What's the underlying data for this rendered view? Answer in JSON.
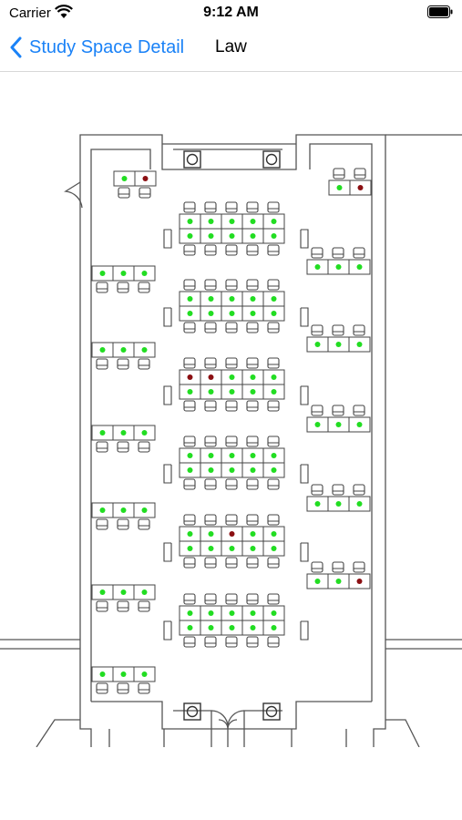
{
  "status_bar": {
    "carrier": "Carrier",
    "time": "9:12 AM",
    "wifi_icon": "wifi-icon",
    "battery_icon": "battery-icon"
  },
  "nav": {
    "back_label": "Study Space Detail",
    "back_icon": "chevron-left-icon",
    "title": "Law"
  },
  "colors": {
    "accent": "#1a82f7",
    "available": "#22dd22",
    "occupied": "#8b0f12"
  },
  "floorplan": {
    "table_groups": [
      {
        "seats": [
          [
            "available",
            "occupied"
          ]
        ],
        "chairs": "bottom"
      },
      {
        "seats": [
          [
            "available",
            "occupied"
          ]
        ],
        "chairs": "top"
      },
      {
        "seats": [
          [
            "available",
            "available",
            "available",
            "available",
            "available"
          ],
          [
            "available",
            "available",
            "available",
            "available",
            "available"
          ]
        ],
        "chairs": "both"
      },
      {
        "seats": [
          [
            "available",
            "available",
            "available"
          ]
        ],
        "chairs": "bottom"
      },
      {
        "seats": [
          [
            "available",
            "available",
            "available"
          ]
        ],
        "chairs": "top"
      },
      {
        "seats": [
          [
            "available",
            "available",
            "available",
            "available",
            "available"
          ],
          [
            "available",
            "available",
            "available",
            "available",
            "available"
          ]
        ],
        "chairs": "both"
      },
      {
        "seats": [
          [
            "available",
            "available",
            "available"
          ]
        ],
        "chairs": "bottom"
      },
      {
        "seats": [
          [
            "available",
            "available",
            "available"
          ]
        ],
        "chairs": "top"
      },
      {
        "seats": [
          [
            "occupied",
            "occupied",
            "available",
            "available",
            "available"
          ],
          [
            "available",
            "available",
            "available",
            "available",
            "available"
          ]
        ],
        "chairs": "both"
      },
      {
        "seats": [
          [
            "available",
            "available",
            "available"
          ]
        ],
        "chairs": "bottom"
      },
      {
        "seats": [
          [
            "available",
            "available",
            "available"
          ]
        ],
        "chairs": "top"
      },
      {
        "seats": [
          [
            "available",
            "available",
            "available",
            "available",
            "available"
          ],
          [
            "available",
            "available",
            "available",
            "available",
            "available"
          ]
        ],
        "chairs": "both"
      },
      {
        "seats": [
          [
            "available",
            "available",
            "available"
          ]
        ],
        "chairs": "bottom"
      },
      {
        "seats": [
          [
            "available",
            "available",
            "available"
          ]
        ],
        "chairs": "top"
      },
      {
        "seats": [
          [
            "available",
            "available",
            "occupied",
            "available",
            "available"
          ],
          [
            "available",
            "available",
            "available",
            "available",
            "available"
          ]
        ],
        "chairs": "both"
      },
      {
        "seats": [
          [
            "available",
            "available",
            "available"
          ]
        ],
        "chairs": "bottom"
      },
      {
        "seats": [
          [
            "available",
            "available",
            "occupied"
          ]
        ],
        "chairs": "top"
      },
      {
        "seats": [
          [
            "available",
            "available",
            "available",
            "available",
            "available"
          ],
          [
            "available",
            "available",
            "available",
            "available",
            "available"
          ]
        ],
        "chairs": "both"
      },
      {
        "seats": [
          [
            "available",
            "available",
            "available"
          ]
        ],
        "chairs": "bottom"
      }
    ]
  }
}
